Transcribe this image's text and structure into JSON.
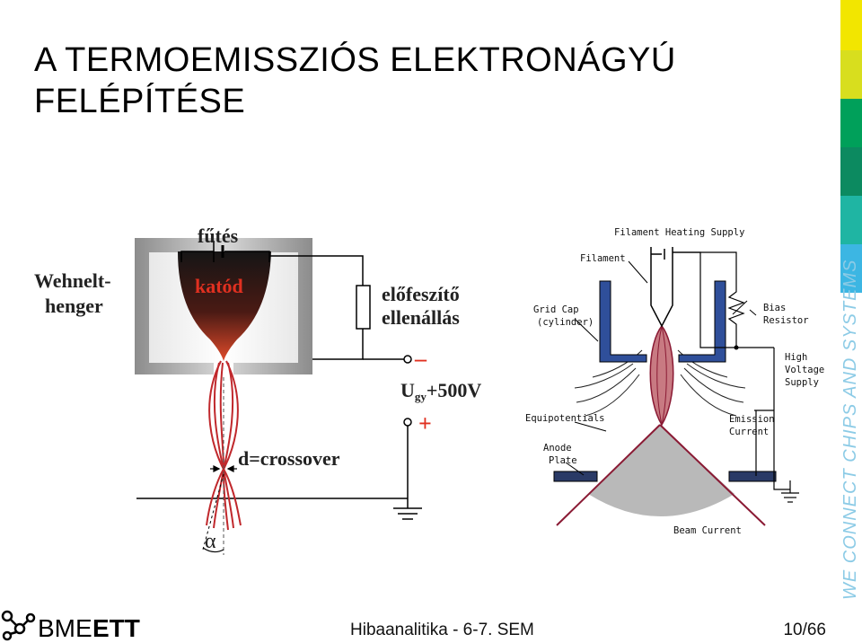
{
  "title": {
    "line1": "A TERMOEMISSZIÓS ELEKTRONÁGYÚ",
    "line2": "FELÉPÍTÉSE"
  },
  "left_diagram": {
    "heating": "fűtés",
    "cathode": "katód",
    "wehnelt_line1": "Wehnelt-",
    "wehnelt_line2": "henger",
    "bias_line1": "előfeszítő",
    "bias_line2": "ellenállás",
    "minus": "–",
    "voltage_u": "U",
    "voltage_sub": "gy",
    "voltage_value": "+500V",
    "plus": "+",
    "crossover": "d=crossover",
    "alpha": "α"
  },
  "right_diagram": {
    "filament_heating_supply": "Filament Heating Supply",
    "filament": "Filament",
    "grid_cap_line1": "Grid Cap",
    "grid_cap_line2": "(cylinder)",
    "bias_line1": "Bias",
    "bias_line2": "Resistor",
    "hv_line1": "High",
    "hv_line2": "Voltage",
    "hv_line3": "Supply",
    "equipotentials": "Equipotentials",
    "emission_line1": "Emission",
    "emission_line2": "Current",
    "anode_line1": "Anode",
    "anode_line2": "Plate",
    "beam_current": "Beam Current"
  },
  "footer": {
    "logo_bme": "BME",
    "logo_ett": "ETT",
    "center": "Hibaanalitika - 6-7. SEM",
    "page": "10/66"
  },
  "side_text": "WE CONNECT CHIPS AND SYSTEMS",
  "colors": {
    "beam_red": "#c0282c",
    "grid_blue": "#3a5fa0",
    "side_yellow": "#f2e600",
    "side_green": "#00a05a",
    "side_teal": "#1fb5a3",
    "side_cyan": "#3cb6e3"
  }
}
